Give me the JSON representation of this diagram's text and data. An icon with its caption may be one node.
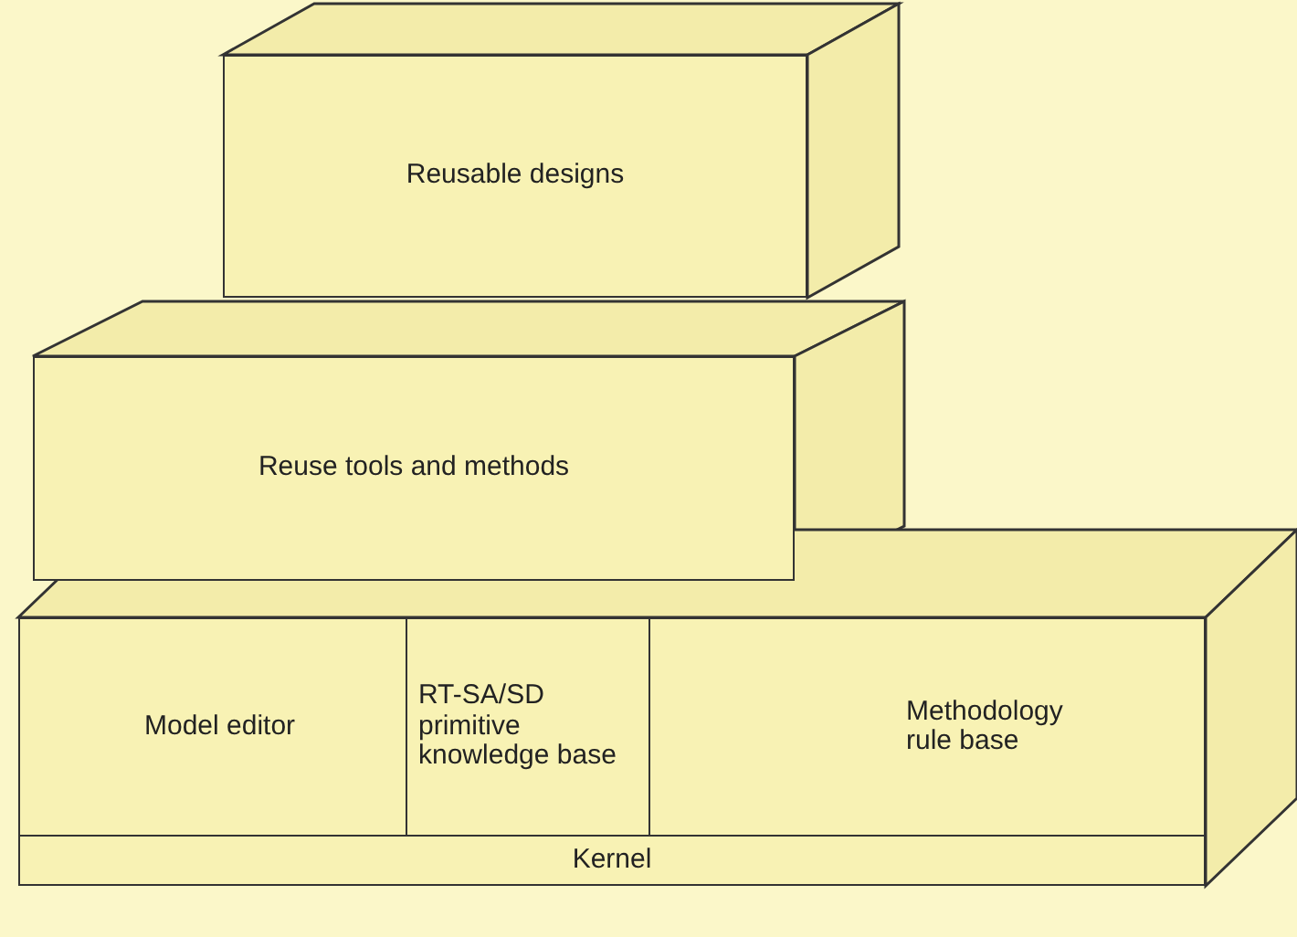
{
  "diagram": {
    "nodes": [
      {
        "text": [
          "Reusable designs"
        ]
      },
      {
        "text": [
          "Reuse tools and methods"
        ]
      },
      {
        "text": [
          "Model editor"
        ]
      },
      {
        "text": [
          "RT-SA/SD primitive knowledge base"
        ]
      },
      {
        "text": [
          "Methodology rule base"
        ]
      },
      {
        "text": [
          "Kernel"
        ]
      }
    ]
  }
}
